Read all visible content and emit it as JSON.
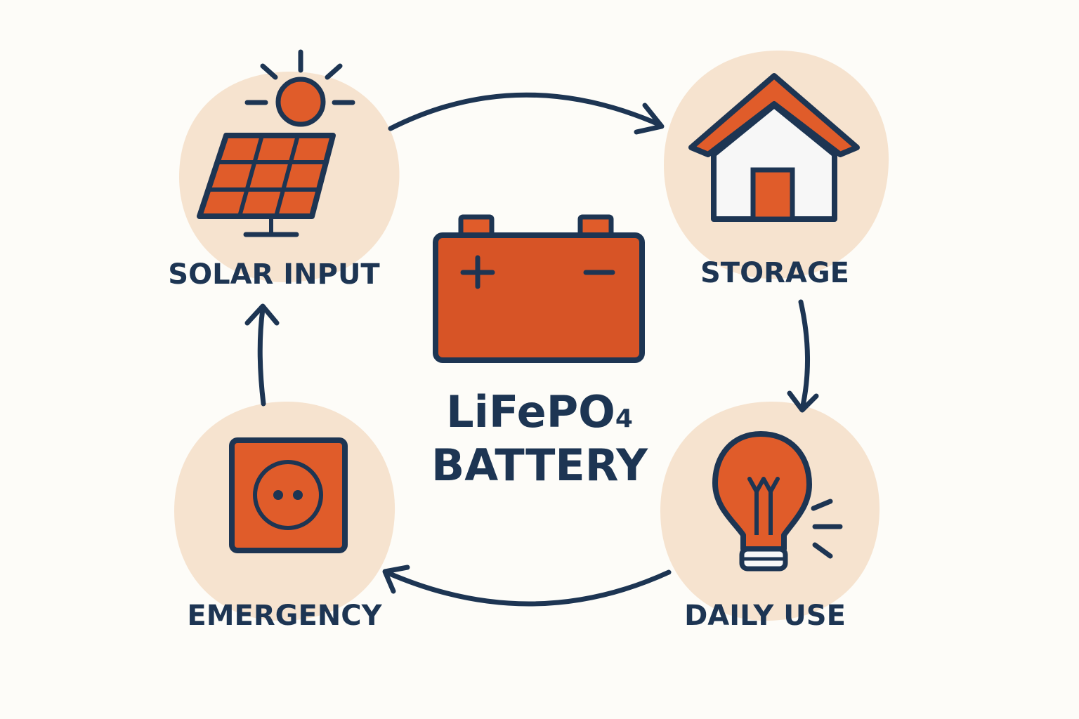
{
  "colors": {
    "background": "#fdfcf8",
    "navy": "#1d3553",
    "orange": "#e05c2a",
    "peach": "#f6e3cf",
    "white": "#f7f7f7"
  },
  "center": {
    "icon": "battery-icon",
    "title_main": "LiFePO",
    "title_sub": "4",
    "subtitle": "BATTERY"
  },
  "nodes": {
    "solar": {
      "label": "SOLAR INPUT",
      "icon": "solar-panel-sun-icon"
    },
    "storage": {
      "label": "STORAGE",
      "icon": "house-icon"
    },
    "daily": {
      "label": "DAILY USE",
      "icon": "light-bulb-icon"
    },
    "emergency": {
      "label": "EMERGENCY",
      "icon": "power-outlet-icon"
    }
  },
  "arrows": [
    {
      "from": "solar",
      "to": "storage"
    },
    {
      "from": "storage",
      "to": "daily"
    },
    {
      "from": "daily",
      "to": "emergency"
    },
    {
      "from": "emergency",
      "to": "solar"
    }
  ]
}
